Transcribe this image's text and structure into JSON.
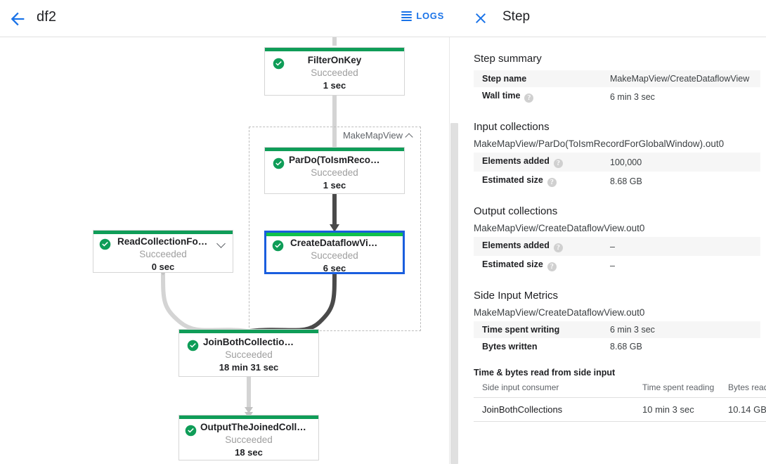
{
  "left": {
    "header": {
      "back_icon": "arrow-back-icon",
      "job_title": "df2",
      "logs_label": "LOGS",
      "logs_icon": "logs-lines-icon"
    },
    "group": {
      "label": "MakeMapView",
      "collapse_icon": "chevron-up-icon"
    },
    "nodes": [
      {
        "id": "filter-on-key",
        "name": "FilterOnKey",
        "status": "Succeeded",
        "time": "1 sec",
        "status_icon": "check-circle-icon"
      },
      {
        "id": "pardo-toismrecord",
        "name": "ParDo(ToIsmRecordFor…",
        "status": "Succeeded",
        "time": "1 sec",
        "status_icon": "check-circle-icon"
      },
      {
        "id": "create-dataflow-view",
        "name": "CreateDataflowView",
        "status": "Succeeded",
        "time": "6 sec",
        "status_icon": "check-circle-icon"
      },
      {
        "id": "read-collection-for-join",
        "name": "ReadCollectionForJoin",
        "status": "Succeeded",
        "time": "0 sec",
        "status_icon": "check-circle-icon",
        "expand_icon": "chevron-down-icon"
      },
      {
        "id": "join-both-collections",
        "name": "JoinBothCollections",
        "status": "Succeeded",
        "time": "18 min 31 sec",
        "status_icon": "check-circle-icon"
      },
      {
        "id": "output-the-joined-collection",
        "name": "OutputTheJoinedCollec…",
        "status": "Succeeded",
        "time": "18 sec",
        "status_icon": "check-circle-icon"
      }
    ],
    "colors": {
      "node_success_bar": "#0f9d58",
      "selected_border": "#1a5ede",
      "edge_light": "#d4d4d4",
      "edge_dark": "#4a4a4a",
      "accent": "#1a73e8"
    }
  },
  "right": {
    "header": {
      "close_icon": "close-icon",
      "title": "Step"
    },
    "step_summary": {
      "title": "Step summary",
      "rows": [
        {
          "key": "Step name",
          "value": "MakeMapView/CreateDataflowView",
          "help": false
        },
        {
          "key": "Wall time",
          "value": "6 min 3 sec",
          "help": true
        }
      ]
    },
    "input_collections": {
      "title": "Input collections",
      "collection": "MakeMapView/ParDo(ToIsmRecordForGlobalWindow).out0",
      "rows": [
        {
          "key": "Elements added",
          "value": "100,000",
          "help": true
        },
        {
          "key": "Estimated size",
          "value": "8.68 GB",
          "help": true
        }
      ]
    },
    "output_collections": {
      "title": "Output collections",
      "collection": "MakeMapView/CreateDataflowView.out0",
      "rows": [
        {
          "key": "Elements added",
          "value": "–",
          "help": true
        },
        {
          "key": "Estimated size",
          "value": "–",
          "help": true
        }
      ]
    },
    "side_input_metrics": {
      "title": "Side Input Metrics",
      "collection": "MakeMapView/CreateDataflowView.out0",
      "rows": [
        {
          "key": "Time spent writing",
          "value": "6 min 3 sec",
          "help": false
        },
        {
          "key": "Bytes written",
          "value": "8.68 GB",
          "help": false
        }
      ]
    },
    "side_input_reads": {
      "title": "Time & bytes read from side input",
      "columns": [
        "Side input consumer",
        "Time spent reading",
        "Bytes read"
      ],
      "rows": [
        {
          "consumer": "JoinBothCollections",
          "time": "10 min 3 sec",
          "bytes": "10.14 GB"
        }
      ]
    }
  }
}
